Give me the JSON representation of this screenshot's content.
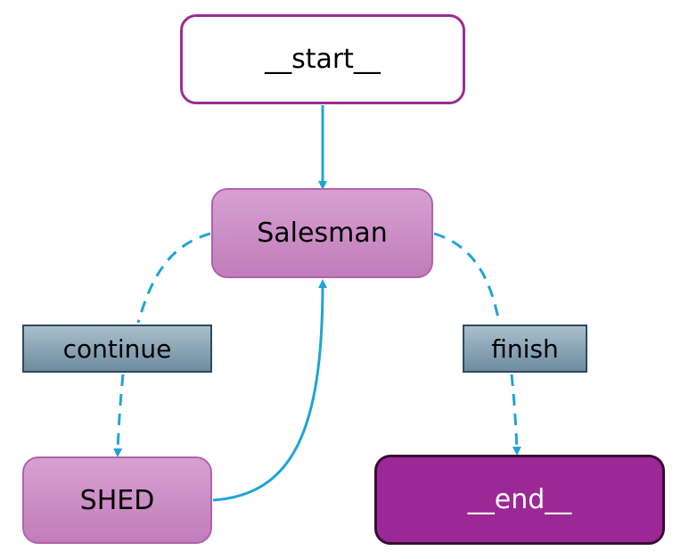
{
  "nodes": {
    "start": "__start__",
    "salesman": "Salesman",
    "shed": "SHED",
    "end": "__end__"
  },
  "edges": {
    "continue": "continue",
    "finish": "finish"
  },
  "colors": {
    "edge": "#1fa4d6",
    "node_border": "#9b2c95",
    "end_fill": "#9c2896",
    "label_fill": "#8ba3b5"
  }
}
